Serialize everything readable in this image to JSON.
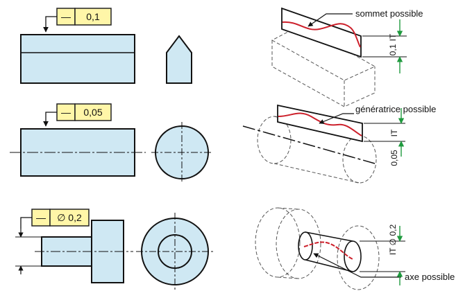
{
  "colors": {
    "part_fill": "#cfe8f3",
    "outline": "#111111",
    "frame_fill": "#fff6a8",
    "frame_stroke": "#222222",
    "deviation": "#cc1f2a",
    "dimension_arrow": "#1f9a3e",
    "hidden": "#555555"
  },
  "rows": [
    {
      "frame": {
        "symbol": "—",
        "value": "0,1"
      },
      "note": "sommet possible",
      "tolerance_label": "0,1",
      "it_label": "IT"
    },
    {
      "frame": {
        "symbol": "—",
        "value": "0,05"
      },
      "note": "génératrice possible",
      "tolerance_label": "0,05",
      "it_label": "IT"
    },
    {
      "frame": {
        "symbol": "—",
        "value": "∅ 0,2"
      },
      "note": "axe possible",
      "tolerance_label": "IT ∅ 0,2"
    }
  ]
}
